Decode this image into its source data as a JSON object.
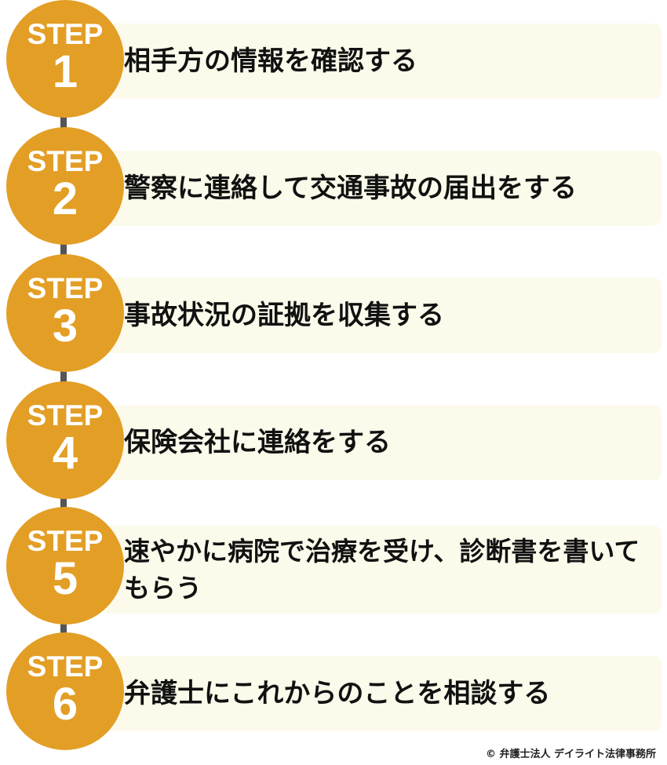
{
  "colors": {
    "circle": "#e39e25",
    "bar": "#fcfaea",
    "connector": "#555555",
    "text": "#111111"
  },
  "steps": [
    {
      "label": "STEP",
      "number": "1",
      "text": "相手方の情報を確認する"
    },
    {
      "label": "STEP",
      "number": "2",
      "text": "警察に連絡して交通事故の届出をする"
    },
    {
      "label": "STEP",
      "number": "3",
      "text": "事故状況の証拠を収集する"
    },
    {
      "label": "STEP",
      "number": "4",
      "text": "保険会社に連絡をする"
    },
    {
      "label": "STEP",
      "number": "5",
      "text": "速やかに病院で治療を受け、診断書を書いてもらう"
    },
    {
      "label": "STEP",
      "number": "6",
      "text": "弁護士にこれからのことを相談する"
    }
  ],
  "credit": "© 弁護士法人 デイライト法律事務所"
}
